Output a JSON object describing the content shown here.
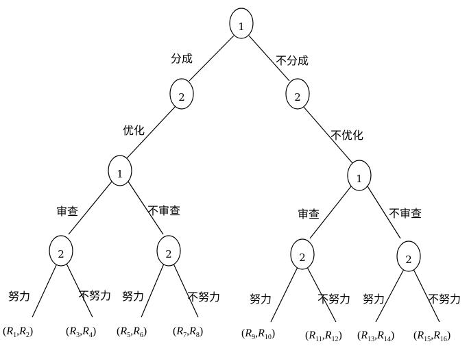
{
  "tree": {
    "nodes": [
      {
        "id": "root",
        "player": "1"
      },
      {
        "id": "n2a",
        "player": "2"
      },
      {
        "id": "n2b",
        "player": "2"
      },
      {
        "id": "n1a",
        "player": "1"
      },
      {
        "id": "n1b",
        "player": "1"
      },
      {
        "id": "n2c",
        "player": "2"
      },
      {
        "id": "n2d",
        "player": "2"
      },
      {
        "id": "n2e",
        "player": "2"
      },
      {
        "id": "n2f",
        "player": "2"
      }
    ],
    "edge_labels": {
      "share": "分成",
      "no_share": "不分成",
      "optimize": "优化",
      "no_optimize": "不优化",
      "review_left": "审查",
      "no_review_left": "不审查",
      "review_right": "审查",
      "no_review_right": "不审查",
      "effort_1": "努力",
      "no_effort_1": "不努力",
      "effort_2": "努力",
      "no_effort_2": "不努力",
      "effort_3": "努力",
      "no_effort_3": "不努力",
      "effort_4": "努力",
      "no_effort_4": "不努力"
    },
    "payoffs": [
      {
        "open": "(",
        "a": "R",
        "as": "1",
        "sep": ",",
        "b": "R",
        "bs": "2",
        "close": ")"
      },
      {
        "open": "(",
        "a": "R",
        "as": "3",
        "sep": ",",
        "b": "R",
        "bs": "4",
        "close": ")"
      },
      {
        "open": "(",
        "a": "R",
        "as": "5",
        "sep": ",",
        "b": "R",
        "bs": "6",
        "close": ")"
      },
      {
        "open": "(",
        "a": "R",
        "as": "7",
        "sep": ",",
        "b": "R",
        "bs": "8",
        "close": ")"
      },
      {
        "open": "(",
        "a": "R",
        "as": "9",
        "sep": ",",
        "b": "R",
        "bs": "10",
        "close": ")"
      },
      {
        "open": "(",
        "a": "R",
        "as": "11",
        "sep": ",",
        "b": "R",
        "bs": "12",
        "close": ")"
      },
      {
        "open": "(",
        "a": "R",
        "as": "13",
        "sep": ",",
        "b": "R",
        "bs": "14",
        "close": ")"
      },
      {
        "open": "(",
        "a": "R",
        "as": "15",
        "sep": ",",
        "b": "R",
        "bs": "16",
        "close": ")"
      }
    ]
  }
}
